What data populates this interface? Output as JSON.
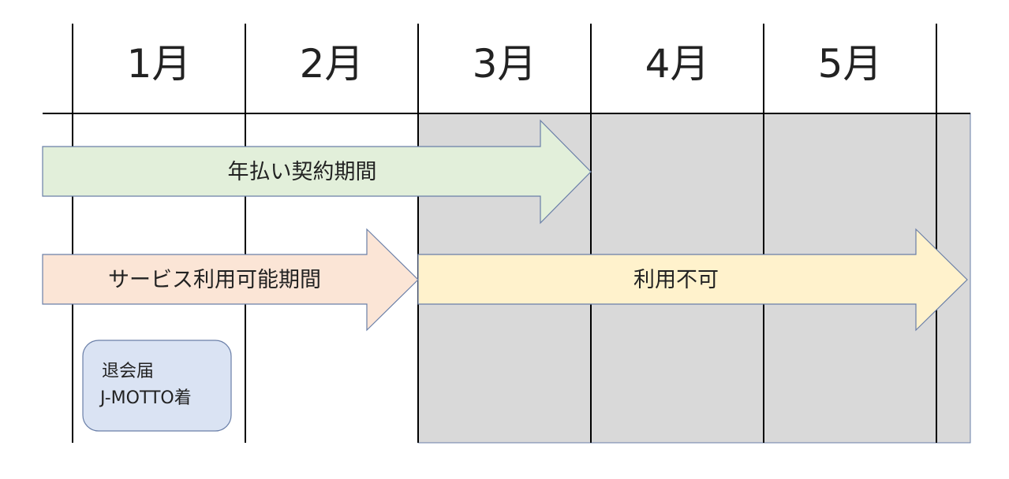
{
  "months": [
    "1月",
    "2月",
    "3月",
    "4月",
    "5月"
  ],
  "arrows": {
    "contract": {
      "label": "年払い契約期間",
      "fill": "#e2efda",
      "stroke": "#6a7fa8"
    },
    "service": {
      "label": "サービス利用可能期間",
      "fill": "#fbe5d6",
      "stroke": "#6a7fa8"
    },
    "unavailable": {
      "label": "利用不可",
      "fill": "#fff2cc",
      "stroke": "#6a7fa8"
    }
  },
  "note": {
    "line1": "退会届",
    "line2": "J-MOTTO着",
    "fill": "#dae3f3",
    "stroke": "#6a7fa8"
  },
  "colors": {
    "grid_line": "#000000",
    "shaded_region": "#d9d9d9",
    "text": "#222222"
  }
}
